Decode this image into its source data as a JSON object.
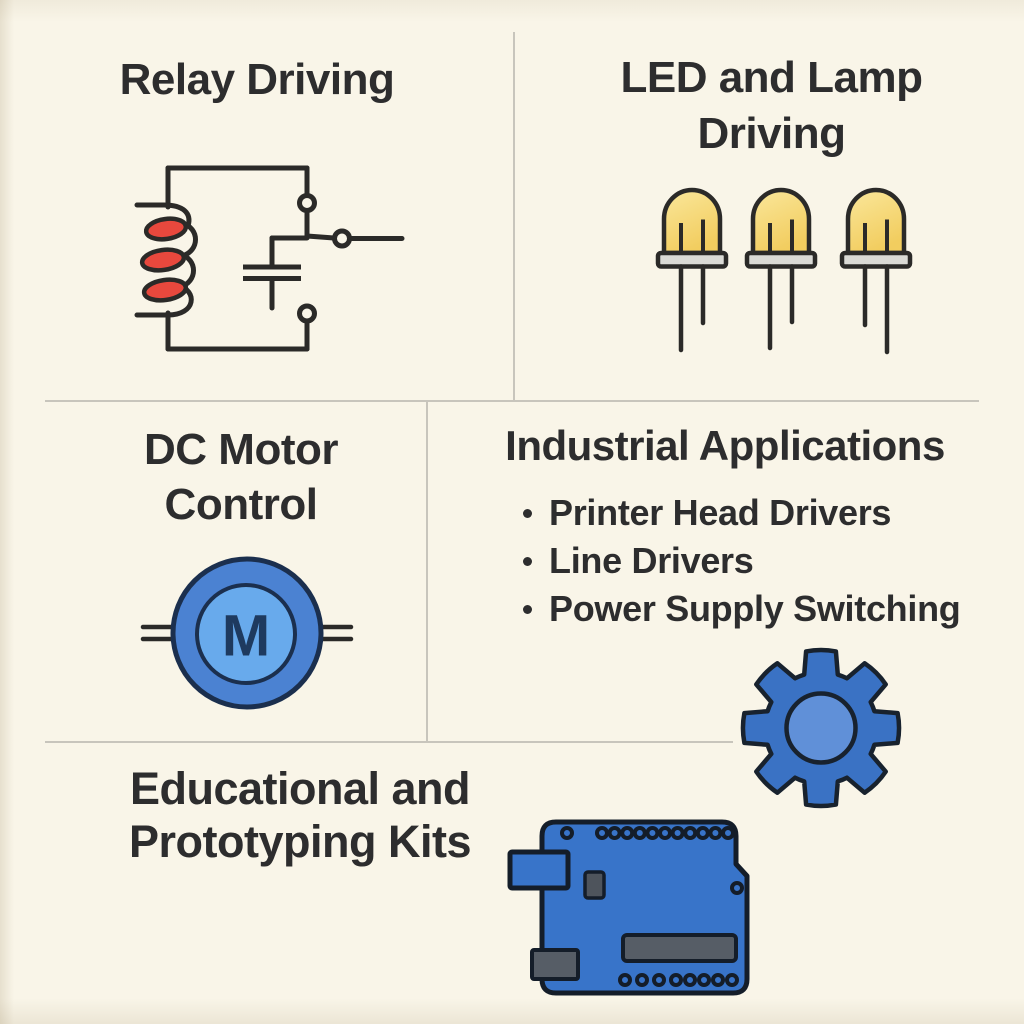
{
  "page": {
    "background_color": "#f9f5e8",
    "text_color": "#2d2d2e",
    "divider_color": "#c8c5bc"
  },
  "sections": {
    "relay_driving": {
      "title": "Relay Driving"
    },
    "led_lamp_driving": {
      "title_lines": [
        "LED and Lamp",
        "Driving"
      ],
      "led_count": 3
    },
    "dc_motor_control": {
      "title_lines": [
        "DC Motor",
        "Control"
      ],
      "motor_label": "M"
    },
    "industrial_applications": {
      "title": "Industrial Applications",
      "bullets": [
        "Printer Head Drivers",
        "Line Drivers",
        "Power Supply Switching"
      ]
    },
    "educational_kits": {
      "title_lines": [
        "Educational and",
        "Prototyping Kits"
      ]
    }
  },
  "icons": {
    "relay_circuit": {
      "label": "relay-circuit-icon",
      "wire_color": "#2b2a28",
      "coil_color": "#e8483d"
    },
    "led": {
      "label": "led-icon",
      "body_color": "#f5d36c",
      "body_highlight": "#fae79b",
      "flange_color": "#dadad5",
      "outline_color": "#2b2a28"
    },
    "dc_motor": {
      "label": "dc-motor-icon",
      "outer_color": "#4b82d2",
      "inner_color": "#68aaec",
      "outline_color": "#1b2f4e"
    },
    "gear": {
      "label": "gear-icon",
      "body_color": "#3a72c4",
      "hub_color": "#6090d8",
      "outline_color": "#18222e"
    },
    "arduino_board": {
      "label": "arduino-board-icon",
      "board_color": "#3874c9",
      "component_color": "#565d66",
      "outline_color": "#141d29"
    }
  }
}
